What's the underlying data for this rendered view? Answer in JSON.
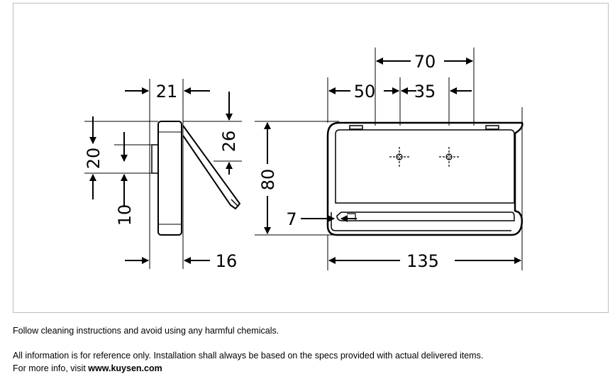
{
  "diagram": {
    "dimensions": {
      "side_depth_top": "21",
      "side_arm_height": "26",
      "side_mount_height": "20",
      "side_mount_offset": "10",
      "side_bottom_width": "16",
      "total_width_top": "70",
      "hole_offset_left": "50",
      "hole_spacing": "35",
      "total_height": "80",
      "bar_gap": "7",
      "total_width": "135"
    }
  },
  "notes": {
    "cleaning": "Follow cleaning instructions and avoid using any harmful chemicals.",
    "disclaimer": "All information is for reference only. Installation shall always be based on the specs provided with actual delivered items.",
    "more_info_prefix": "For more info, visit ",
    "website": "www.kuysen.com"
  }
}
